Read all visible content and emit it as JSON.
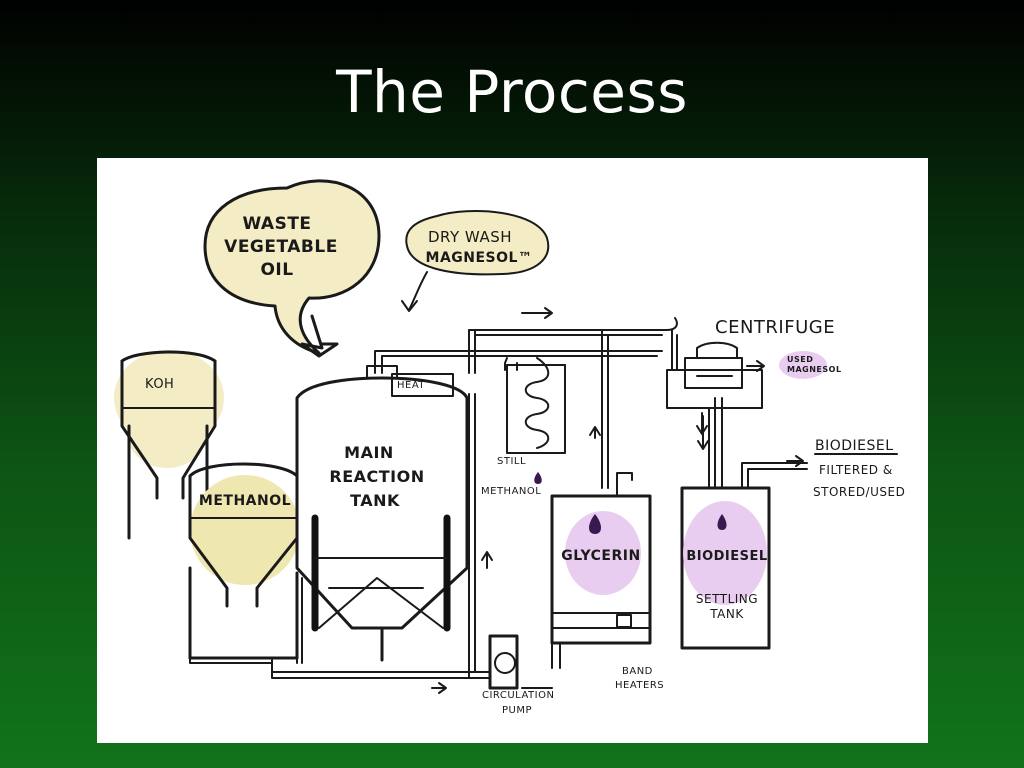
{
  "slide": {
    "title": "The Process"
  },
  "diagram": {
    "bubbles": {
      "waste_oil": [
        "WASTE",
        "VEGETABLE",
        "OIL"
      ],
      "dry_wash": [
        "DRY WASH",
        "MAGNESOL™"
      ]
    },
    "labels": {
      "koh": "KOH",
      "methanol_tank": "METHANOL",
      "main_tank": [
        "MAIN",
        "REACTION",
        "TANK"
      ],
      "heat": "HEAT",
      "still": "STILL",
      "methanol_out": "METHANOL",
      "centrifuge": "CENTRIFUGE",
      "used_magnesol": [
        "USED",
        "MAGNESOL"
      ],
      "biodiesel_out": [
        "BIODIESEL",
        "FILTERED &",
        "STORED/USED"
      ],
      "glycerin": "GLYCERIN",
      "biodiesel_tank": "BIODIESEL",
      "settling_tank": [
        "SETTLING",
        "TANK"
      ],
      "band_heaters": [
        "BAND",
        "HEATERS"
      ],
      "circulation_pump": [
        "CIRCULATION",
        "PUMP"
      ]
    },
    "colors": {
      "cream": "#f3ecc4",
      "tank_yellow": "#efe7b0",
      "lavender": "#e9cdf0",
      "droplet": "#3a1850"
    }
  }
}
